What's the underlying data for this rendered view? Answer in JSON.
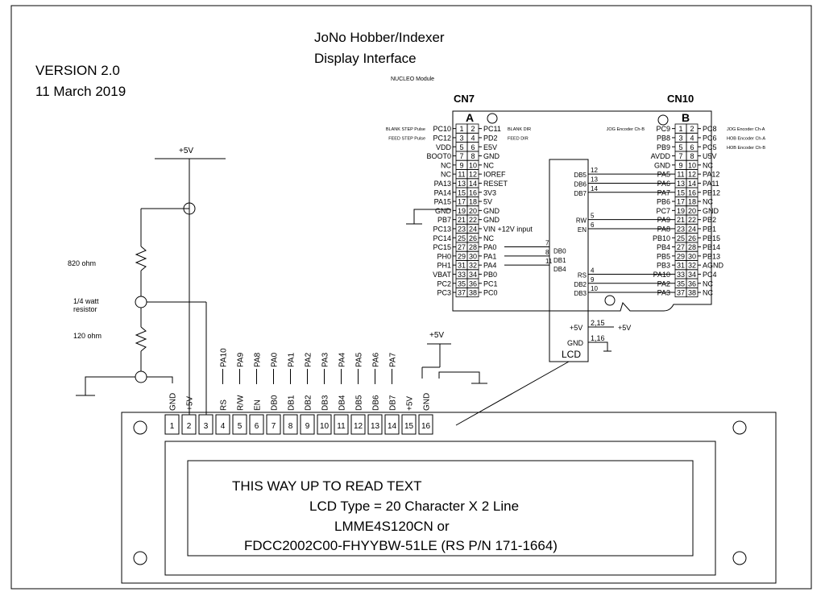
{
  "title": {
    "line1": "JoNo Hobber/Indexer",
    "line2": "Display Interface",
    "module": "NUCLEO Module"
  },
  "version": {
    "line1": "VERSION 2.0",
    "line2": "11 March 2019"
  },
  "supply": {
    "label_left": "+5V",
    "label_mid": "+5V"
  },
  "resistors": {
    "r1": "820 ohm",
    "note1": "1/4 watt",
    "note2": "resistor",
    "r2": "120 ohm"
  },
  "cn7": {
    "name": "CN7",
    "column": "A",
    "rows": [
      {
        "note": "BLANK STEP Pulse",
        "l": "PC10",
        "a": "1",
        "b": "2",
        "r": "PC11",
        "rnote": "BLANK DIR"
      },
      {
        "note": "FEED STEP Pulse",
        "l": "PC12",
        "a": "3",
        "b": "4",
        "r": "PD2",
        "rnote": "FEED DIR"
      },
      {
        "note": "",
        "l": "VDD",
        "a": "5",
        "b": "6",
        "r": "E5V",
        "rnote": ""
      },
      {
        "note": "",
        "l": "BOOT0",
        "a": "7",
        "b": "8",
        "r": "GND",
        "rnote": ""
      },
      {
        "note": "",
        "l": "NC",
        "a": "9",
        "b": "10",
        "r": "NC",
        "rnote": ""
      },
      {
        "note": "",
        "l": "NC",
        "a": "11",
        "b": "12",
        "r": "IOREF",
        "rnote": ""
      },
      {
        "note": "",
        "l": "PA13",
        "a": "13",
        "b": "14",
        "r": "RESET",
        "rnote": ""
      },
      {
        "note": "",
        "l": "PA14",
        "a": "15",
        "b": "16",
        "r": "3V3",
        "rnote": ""
      },
      {
        "note": "",
        "l": "PA15",
        "a": "17",
        "b": "18",
        "r": "5V",
        "rnote": ""
      },
      {
        "note": "",
        "l": "GND",
        "a": "19",
        "b": "20",
        "r": "GND",
        "rnote": ""
      },
      {
        "note": "",
        "l": "PB7",
        "a": "21",
        "b": "22",
        "r": "GND",
        "rnote": ""
      },
      {
        "note": "",
        "l": "PC13",
        "a": "23",
        "b": "24",
        "r": "VIN +12V input",
        "rnote": ""
      },
      {
        "note": "",
        "l": "PC14",
        "a": "25",
        "b": "26",
        "r": "NC",
        "rnote": ""
      },
      {
        "note": "",
        "l": "PC15",
        "a": "27",
        "b": "28",
        "r": "PA0",
        "rnote": ""
      },
      {
        "note": "",
        "l": "PH0",
        "a": "29",
        "b": "30",
        "r": "PA1",
        "rnote": ""
      },
      {
        "note": "",
        "l": "PH1",
        "a": "31",
        "b": "32",
        "r": "PA4",
        "rnote": ""
      },
      {
        "note": "",
        "l": "VBAT",
        "a": "33",
        "b": "34",
        "r": "PB0",
        "rnote": ""
      },
      {
        "note": "",
        "l": "PC2",
        "a": "35",
        "b": "36",
        "r": "PC1",
        "rnote": ""
      },
      {
        "note": "",
        "l": "PC3",
        "a": "37",
        "b": "38",
        "r": "PC0",
        "rnote": ""
      }
    ]
  },
  "cn10": {
    "name": "CN10",
    "column": "B",
    "rows": [
      {
        "note": "JOG Encoder  Ch-B",
        "l": "PC9",
        "a": "1",
        "b": "2",
        "r": "PC8",
        "rnote": "JOG Encoder  Ch-A"
      },
      {
        "note": "",
        "l": "PB8",
        "a": "3",
        "b": "4",
        "r": "PC6",
        "rnote": "HOB Encoder  Ch-A"
      },
      {
        "note": "",
        "l": "PB9",
        "a": "5",
        "b": "6",
        "r": "PC5",
        "rnote": "HOB Encoder  Ch-B"
      },
      {
        "note": "",
        "l": "AVDD",
        "a": "7",
        "b": "8",
        "r": "U5V",
        "rnote": ""
      },
      {
        "note": "",
        "l": "GND",
        "a": "9",
        "b": "10",
        "r": "NC",
        "rnote": ""
      },
      {
        "note": "",
        "l": "PA5",
        "a": "11",
        "b": "12",
        "r": "PA12",
        "rnote": ""
      },
      {
        "note": "",
        "l": "PA6",
        "a": "13",
        "b": "14",
        "r": "PA11",
        "rnote": ""
      },
      {
        "note": "",
        "l": "PA7",
        "a": "15",
        "b": "16",
        "r": "PB12",
        "rnote": ""
      },
      {
        "note": "",
        "l": "PB6",
        "a": "17",
        "b": "18",
        "r": "NC",
        "rnote": ""
      },
      {
        "note": "",
        "l": "PC7",
        "a": "19",
        "b": "20",
        "r": "GND",
        "rnote": ""
      },
      {
        "note": "",
        "l": "PA9",
        "a": "21",
        "b": "22",
        "r": "PB2",
        "rnote": ""
      },
      {
        "note": "",
        "l": "PA8",
        "a": "23",
        "b": "24",
        "r": "PB1",
        "rnote": ""
      },
      {
        "note": "",
        "l": "PB10",
        "a": "25",
        "b": "26",
        "r": "PB15",
        "rnote": ""
      },
      {
        "note": "",
        "l": "PB4",
        "a": "27",
        "b": "28",
        "r": "PB14",
        "rnote": ""
      },
      {
        "note": "",
        "l": "PB5",
        "a": "29",
        "b": "30",
        "r": "PB13",
        "rnote": ""
      },
      {
        "note": "",
        "l": "PB3",
        "a": "31",
        "b": "32",
        "r": "AGND",
        "rnote": ""
      },
      {
        "note": "",
        "l": "PA10",
        "a": "33",
        "b": "34",
        "r": "PC4",
        "rnote": ""
      },
      {
        "note": "",
        "l": "PA2",
        "a": "35",
        "b": "36",
        "r": "NC",
        "rnote": ""
      },
      {
        "note": "",
        "l": "PA3",
        "a": "37",
        "b": "38",
        "r": "NC",
        "rnote": ""
      }
    ]
  },
  "lcd_box": {
    "label": "LCD",
    "cn7_side": [
      {
        "pin": "7",
        "sig": "DB0"
      },
      {
        "pin": "8",
        "sig": "DB1"
      },
      {
        "pin": "11",
        "sig": "DB4"
      }
    ],
    "cn10_side": [
      {
        "sig": "DB5",
        "pin": "12"
      },
      {
        "sig": "DB6",
        "pin": "13"
      },
      {
        "sig": "DB7",
        "pin": "14"
      },
      {
        "sig": "RW",
        "pin": "5"
      },
      {
        "sig": "EN",
        "pin": "6"
      },
      {
        "sig": "RS",
        "pin": "4"
      },
      {
        "sig": "DB2",
        "pin": "9"
      },
      {
        "sig": "DB3",
        "pin": "10"
      }
    ],
    "pwr_label": "+5V",
    "pwr_pins": "2,15",
    "pwr_out": "+5V",
    "gnd_label": "GND",
    "gnd_pins": "1,16"
  },
  "header": {
    "pins": [
      {
        "num": "1",
        "name": "GND",
        "top": ""
      },
      {
        "num": "2",
        "name": "+5V",
        "top": ""
      },
      {
        "num": "3",
        "name": "",
        "top": ""
      },
      {
        "num": "4",
        "name": "RS",
        "top": "PA10"
      },
      {
        "num": "5",
        "name": "R/W",
        "top": "PA9"
      },
      {
        "num": "6",
        "name": "EN",
        "top": "PA8"
      },
      {
        "num": "7",
        "name": "DB0",
        "top": "PA0"
      },
      {
        "num": "8",
        "name": "DB1",
        "top": "PA1"
      },
      {
        "num": "9",
        "name": "DB2",
        "top": "PA2"
      },
      {
        "num": "10",
        "name": "DB3",
        "top": "PA3"
      },
      {
        "num": "11",
        "name": "DB4",
        "top": "PA4"
      },
      {
        "num": "12",
        "name": "DB5",
        "top": "PA5"
      },
      {
        "num": "13",
        "name": "DB6",
        "top": "PA6"
      },
      {
        "num": "14",
        "name": "DB7",
        "top": "PA7"
      },
      {
        "num": "15",
        "name": "+5V",
        "top": ""
      },
      {
        "num": "16",
        "name": "GND",
        "top": ""
      }
    ]
  },
  "display_text": {
    "line1": "THIS WAY UP TO READ TEXT",
    "line2": "LCD Type = 20 Character X 2 Line",
    "line3": "LMME4S120CN or",
    "line4": "FDCC2002C00-FHYYBW-51LE  (RS P/N 171-1664)"
  }
}
